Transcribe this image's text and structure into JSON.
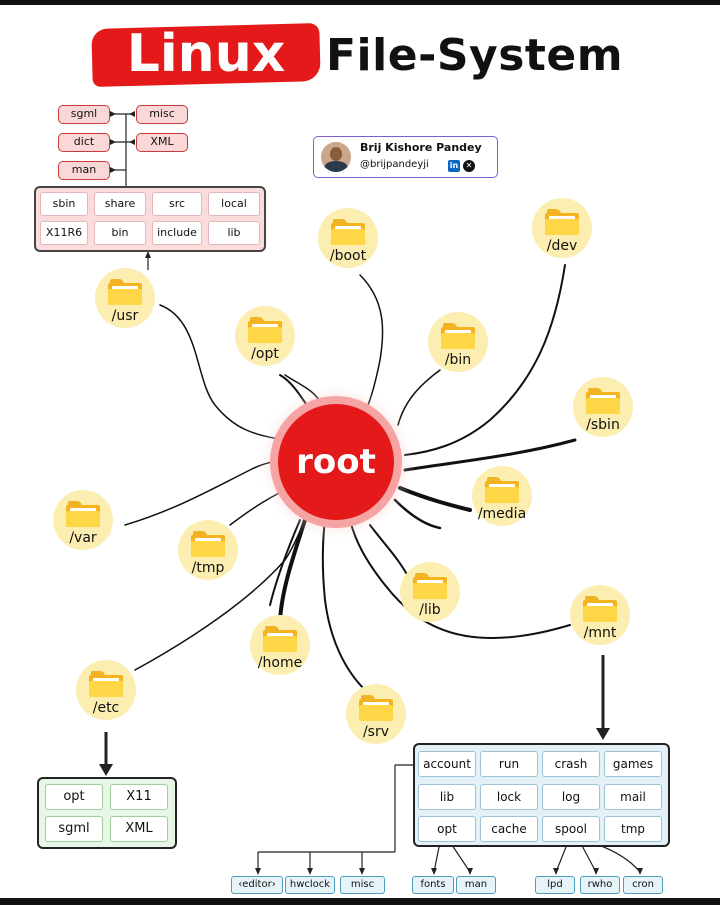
{
  "title": {
    "highlight": "Linux",
    "rest": "File-System"
  },
  "author": {
    "name": "Brij Kishore Pandey",
    "handle": "@brijpandeyji",
    "linkedin_icon": "in",
    "x_icon": "✕"
  },
  "root": {
    "label": "root",
    "color": "#e41a1a"
  },
  "directories": [
    {
      "id": "usr",
      "label": "/usr"
    },
    {
      "id": "boot",
      "label": "/boot"
    },
    {
      "id": "dev",
      "label": "/dev"
    },
    {
      "id": "opt",
      "label": "/opt"
    },
    {
      "id": "bin",
      "label": "/bin"
    },
    {
      "id": "sbin",
      "label": "/sbin"
    },
    {
      "id": "var",
      "label": "/var"
    },
    {
      "id": "tmp",
      "label": "/tmp"
    },
    {
      "id": "media",
      "label": "/media"
    },
    {
      "id": "lib",
      "label": "/lib"
    },
    {
      "id": "mnt",
      "label": "/mnt"
    },
    {
      "id": "home",
      "label": "/home"
    },
    {
      "id": "etc",
      "label": "/etc"
    },
    {
      "id": "srv",
      "label": "/srv"
    }
  ],
  "share_tree": [
    "sgml",
    "misc",
    "dict",
    "XML",
    "man"
  ],
  "usr_panel": [
    "sbin",
    "share",
    "src",
    "local",
    "X11R6",
    "bin",
    "include",
    "lib"
  ],
  "etc_panel": [
    "opt",
    "X11",
    "sgml",
    "XML"
  ],
  "mnt_panel": [
    "account",
    "run",
    "crash",
    "games",
    "lib",
    "lock",
    "log",
    "mail",
    "opt",
    "cache",
    "spool",
    "tmp"
  ],
  "bottom_boxes": [
    "‹editor›",
    "hwclock",
    "misc",
    "fonts",
    "man",
    "lpd",
    "rwho",
    "cron"
  ]
}
